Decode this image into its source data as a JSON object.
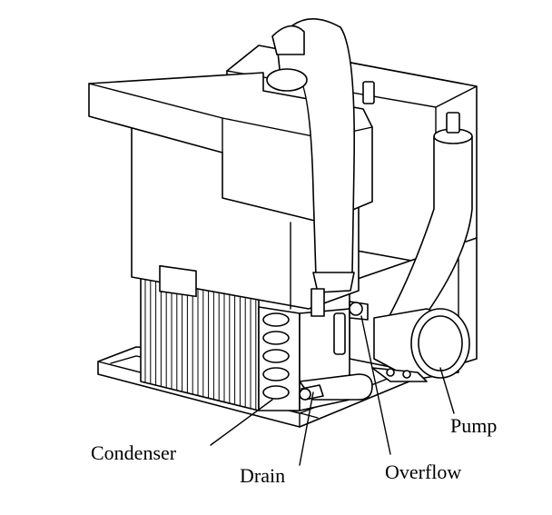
{
  "labels": {
    "condenser": "Condenser",
    "drain": "Drain",
    "overflow": "Overflow",
    "pump": "Pump"
  },
  "colors": {
    "line": "#000000",
    "background": "#ffffff"
  }
}
